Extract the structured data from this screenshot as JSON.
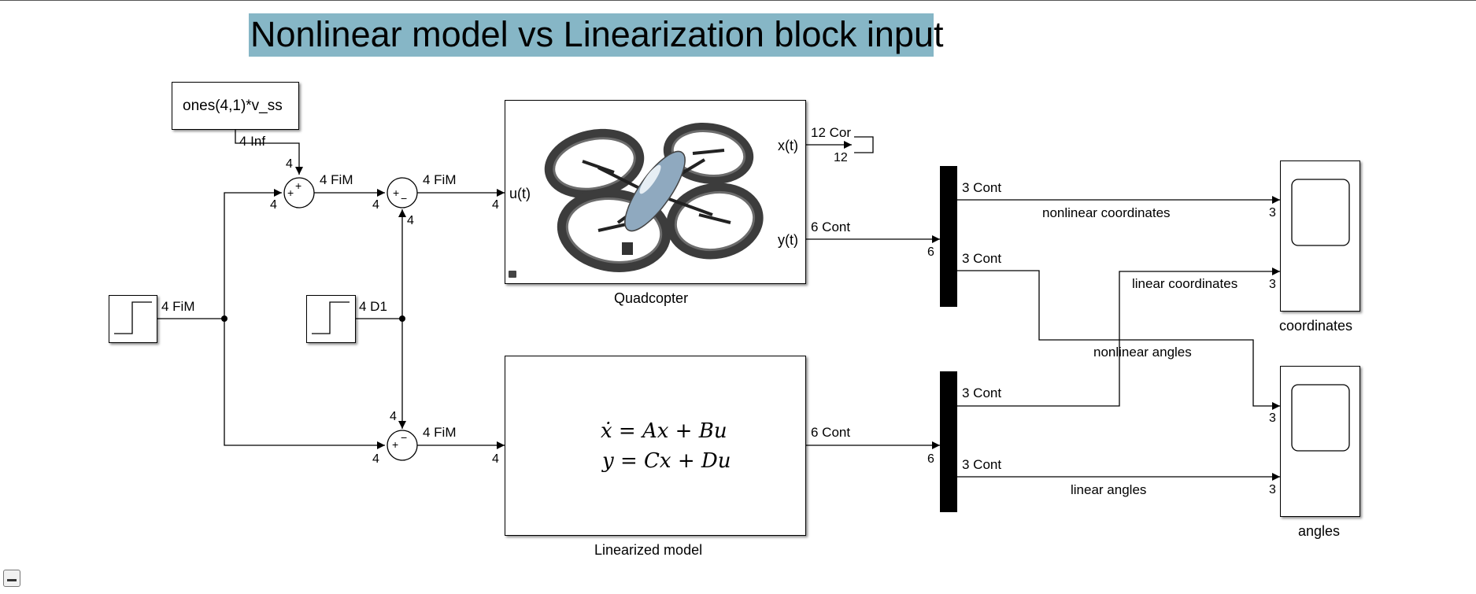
{
  "title": "Nonlinear model vs Linearization block input",
  "blocks": {
    "constant": {
      "expr": "ones(4,1)*v_ss"
    },
    "quadcopter": {
      "name": "Quadcopter",
      "in_port": "u(t)",
      "out_x": "x(t)",
      "out_y": "y(t)"
    },
    "linearized": {
      "name": "Linearized model",
      "eq1": "ẋ = Ax + Bu",
      "eq2": "y = Cx + Du"
    },
    "scope_coord": {
      "name": "coordinates"
    },
    "scope_angles": {
      "name": "angles"
    }
  },
  "signals": {
    "const_out": "4 Inf",
    "step1_out": "4 FiM",
    "step2_out": "4 D1",
    "sum_out": "4 FiM",
    "sub1_out": "4 FiM",
    "sub2_out": "4 FiM",
    "x_out": "12 Cor",
    "y_out": "6 Cont",
    "lin_out": "6 Cont",
    "demux1_a": "3 Cont",
    "demux1_b": "3 Cont",
    "demux2_a": "3 Cont",
    "demux2_b": "3 Cont",
    "nonlin_coords": "nonlinear coordinates",
    "lin_coords": "linear coordinates",
    "nonlin_angles": "nonlinear angles",
    "lin_angles": "linear angles"
  },
  "ports": {
    "four": "4",
    "six": "6",
    "three": "3",
    "twelve": "12",
    "plus": "+",
    "minus": "−"
  }
}
